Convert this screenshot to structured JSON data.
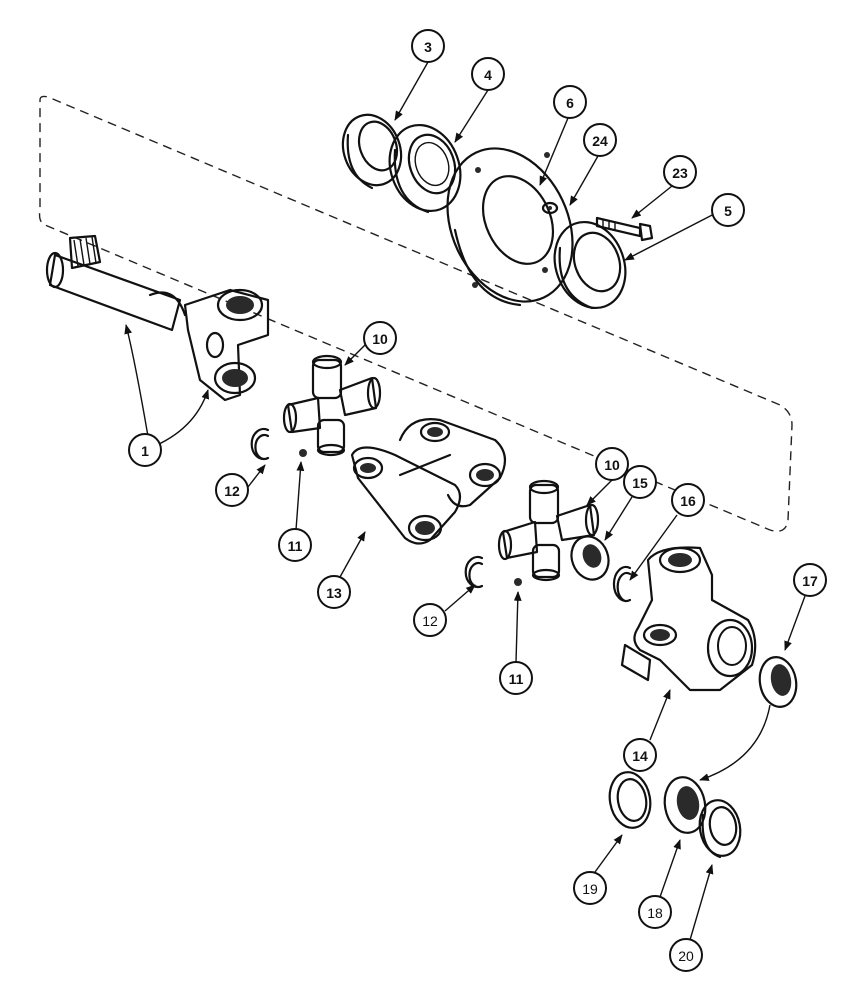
{
  "callouts": {
    "c1": "1",
    "c3": "3",
    "c4": "4",
    "c5": "5",
    "c6": "6",
    "c10a": "10",
    "c10b": "10",
    "c11a": "11",
    "c11b": "11",
    "c12a": "12",
    "c12b": "12",
    "c13": "13",
    "c14": "14",
    "c15": "15",
    "c16": "16",
    "c17": "17",
    "c18": "18",
    "c19": "19",
    "c20": "20",
    "c23": "23",
    "c24": "24"
  }
}
